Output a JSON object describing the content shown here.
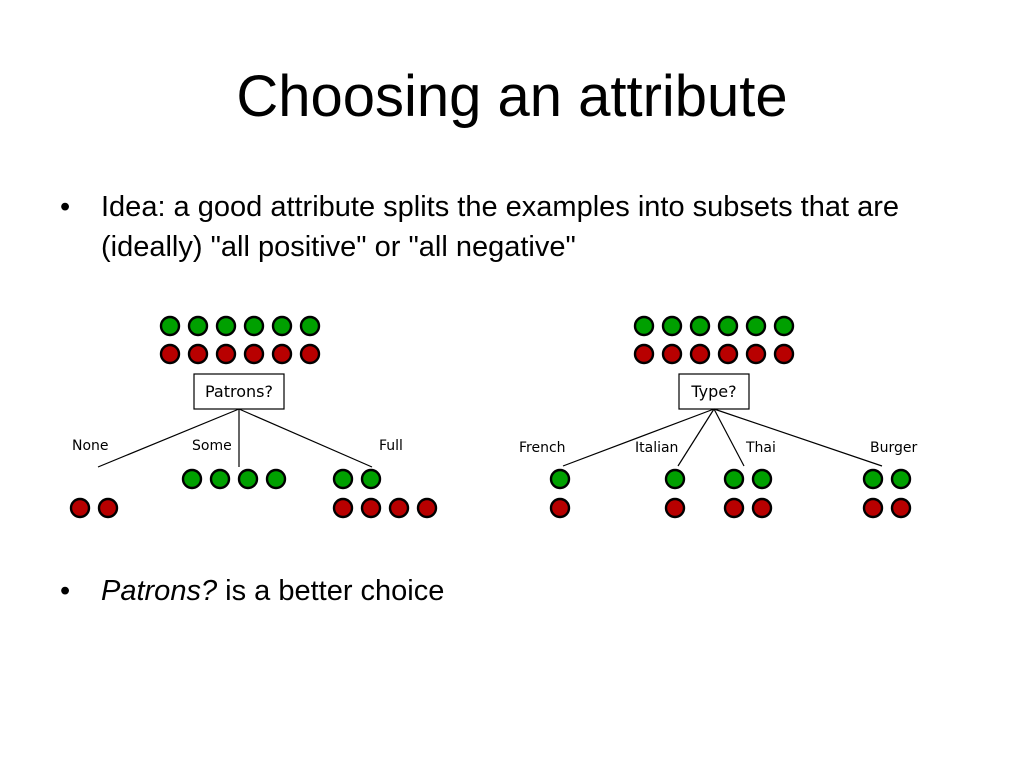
{
  "slide": {
    "title": "Choosing an attribute",
    "bullet_symbol": "•",
    "bullet1": "Idea: a good attribute splits the examples into subsets that are (ideally) \"all positive\" or \"all negative\"",
    "bullet2_emph": "Patrons?",
    "bullet2_rest": " is a better choice"
  },
  "colors": {
    "positive": "#00a000",
    "negative": "#b80000",
    "outline": "#000000"
  },
  "diagrams": [
    {
      "attribute": "Patrons?",
      "root": {
        "positive": 6,
        "negative": 6
      },
      "branches": [
        {
          "label": "None",
          "positive": 0,
          "negative": 2
        },
        {
          "label": "Some",
          "positive": 4,
          "negative": 0
        },
        {
          "label": "Full",
          "positive": 2,
          "negative": 4
        }
      ]
    },
    {
      "attribute": "Type?",
      "root": {
        "positive": 6,
        "negative": 6
      },
      "branches": [
        {
          "label": "French",
          "positive": 1,
          "negative": 1
        },
        {
          "label": "Italian",
          "positive": 1,
          "negative": 1
        },
        {
          "label": "Thai",
          "positive": 2,
          "negative": 2
        },
        {
          "label": "Burger",
          "positive": 2,
          "negative": 2
        }
      ]
    }
  ]
}
